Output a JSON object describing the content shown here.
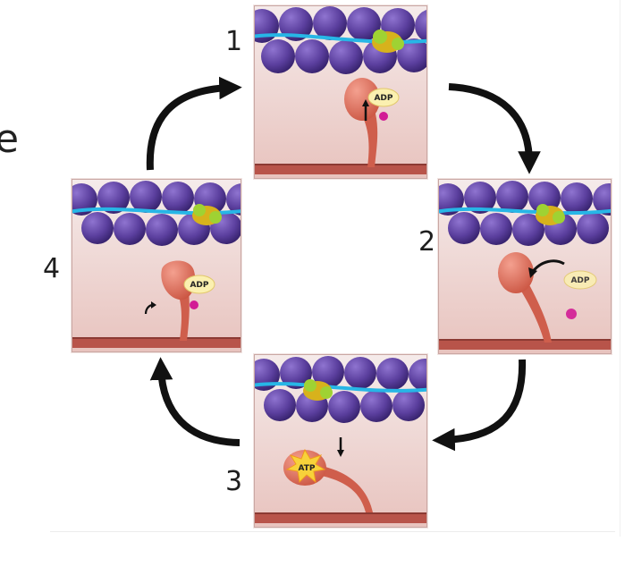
{
  "edge_text": "e",
  "steps": [
    {
      "number": "1",
      "badge": "ADP"
    },
    {
      "number": "2",
      "badge": "ADP"
    },
    {
      "number": "3",
      "badge": "ATP"
    },
    {
      "number": "4",
      "badge": "ADP"
    }
  ],
  "colors": {
    "actin": "#5b3f9e",
    "actin_dark": "#3b2571",
    "tropomyosin": "#27b6e6",
    "troponin": "#d7b21c",
    "troponin_green": "#9fd233",
    "myosin_head": "#e06f5c",
    "thick_filament": "#b8544a",
    "phosphate": "#d21c95",
    "badge_fill": "#fbf0b0",
    "panel_bg_top": "#f4e7e6",
    "panel_bg_bottom": "#e7c2bd",
    "arrow": "#111111"
  },
  "icons": [
    "cycle-arrow-icon",
    "phosphate-icon",
    "motion-arrow-icon",
    "atp-burst-icon"
  ]
}
